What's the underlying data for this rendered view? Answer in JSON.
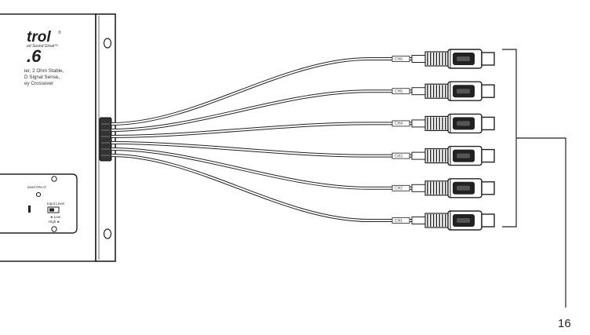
{
  "amp": {
    "brand_text": "trol",
    "registered": "®",
    "tagline": "ed Sound Great™",
    "model_text": ".6",
    "spec_lines": [
      "ier, 2 Ohm Stable,",
      "D Signal Sense,",
      "ey Crossover"
    ],
    "panel": {
      "led_label": "ased ON=O",
      "input_level_label": "Input Level",
      "low_label": "◄ Low",
      "high_label": "High ►"
    }
  },
  "harness": {
    "connectors": [
      {
        "label": "CH6"
      },
      {
        "label": "CH5"
      },
      {
        "label": "CH4"
      },
      {
        "label": "CH3"
      },
      {
        "label": "CH2"
      },
      {
        "label": "CH1"
      }
    ]
  },
  "callout": {
    "number": "16"
  }
}
